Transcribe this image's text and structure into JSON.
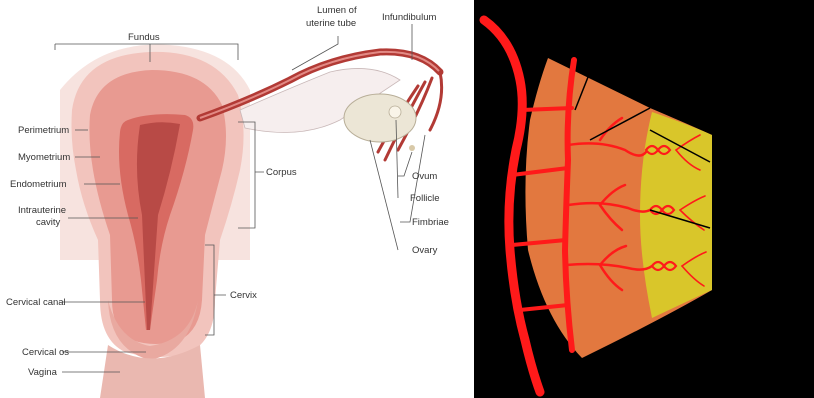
{
  "left_panel": {
    "labels": {
      "fundus": "Fundus",
      "lumen": "Lumen of",
      "lumen_2": "uterine tube",
      "infundibulum": "Infundibulum",
      "perimetrium": "Perimetrium",
      "myometrium": "Myometrium",
      "endometrium": "Endometrium",
      "intrauterine": "Intrauterine",
      "cavity": "cavity",
      "corpus": "Corpus",
      "ovum": "Ovum",
      "follicle": "Follicle",
      "fimbriae": "Fimbriae",
      "ovary": "Ovary",
      "cervix": "Cervix",
      "cervical_canal": "Cervical canal",
      "cervical_os": "Cervical os",
      "vagina": "Vagina"
    },
    "colors": {
      "tissue_outer": "#f2c4bd",
      "tissue_mid": "#e89a91",
      "tissue_inner": "#d86a62",
      "tube": "#b23a35",
      "ovary": "#ece6d6",
      "line": "#555555",
      "text": "#333333"
    }
  },
  "right_panel": {
    "background": "#000000",
    "colors": {
      "artery": "#ff1a1a",
      "myometrium_layer": "#e2783f",
      "endometrium_layer": "#d9c62a",
      "leader": "#000000"
    },
    "caption": "",
    "caption_color": "#8b0f0f"
  }
}
